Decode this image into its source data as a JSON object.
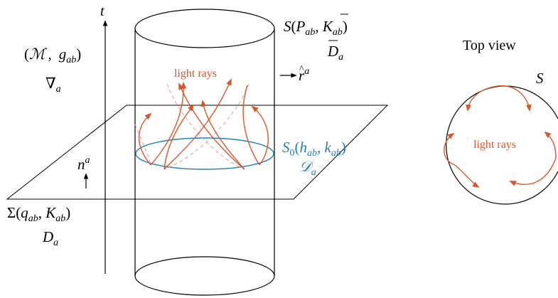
{
  "main": {
    "t_axis": "t",
    "manifold_open": "(",
    "manifold_M": "ℳ",
    "manifold_g": "g",
    "manifold_g_sub": "ab",
    "manifold_close": ")",
    "nabla": "∇",
    "nabla_sub": "a",
    "S_label": "S",
    "S_P": "P",
    "S_P_sub": "ab",
    "S_K": "K",
    "S_K_sub": "ab",
    "Dbar": "D",
    "Dbar_sub": "a",
    "light_rays": "light rays",
    "r_hat": "r",
    "r_hat_sup": "a",
    "S0": "S",
    "S0_sub": "0",
    "S0_h": "h",
    "S0_h_sub": "ab",
    "S0_k": "k",
    "S0_k_sub": "ab",
    "calD": "𝒟",
    "calD_sub": "a",
    "n": "n",
    "n_sup": "a",
    "Sigma": "Σ",
    "Sigma_q": "q",
    "Sigma_q_sub": "ab",
    "Sigma_K": "K",
    "Sigma_K_sub": "ab",
    "D": "D",
    "D_sub": "a"
  },
  "top_view": {
    "title": "Top view",
    "S_label": "S",
    "light_rays": "light rays"
  },
  "colors": {
    "light_ray": "#d8572a",
    "S0_circle": "#1f7fb8",
    "dashed_ray": "#e39b94",
    "outline": "#000000"
  }
}
